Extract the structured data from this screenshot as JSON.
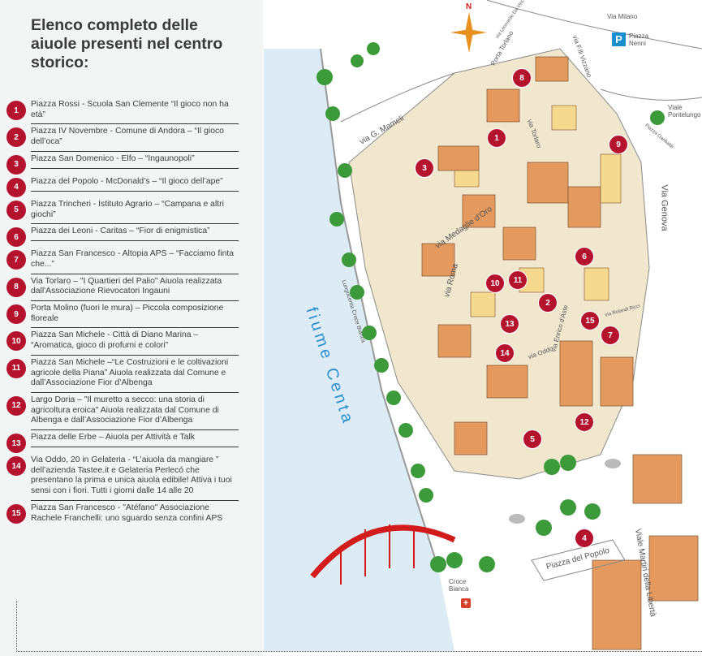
{
  "title": "Elenco completo delle aiuole presenti nel centro storico:",
  "items": [
    {
      "n": "1",
      "text": "Piazza Rossi - Scuola San Clemente “Il gioco non ha età”"
    },
    {
      "n": "2",
      "text": "Piazza IV Novembre - Comune di Andora – “Il gioco dell’oca”"
    },
    {
      "n": "3",
      "text": "Piazza San Domenico - Elfo – “Ingaunopoli”"
    },
    {
      "n": "4",
      "text": "Piazza del Popolo - McDonald’s – “Il gioco dell’ape”"
    },
    {
      "n": "5",
      "text": "Piazza Trincheri  - Istituto Agrario – “Campana e altri giochi”"
    },
    {
      "n": "6",
      "text": "Piazza dei Leoni  - Caritas – “Fior di enigmistica”"
    },
    {
      "n": "7",
      "text": "Piazza San Francesco - Altopia APS – “Facciamo finta che...”"
    },
    {
      "n": "8",
      "text": "Via Torlaro – \"I Quartieri del Palio\" Aiuola realizzata dall'Associazione Rievocatori Ingauni"
    },
    {
      "n": "9",
      "text": "Porta Molino (fuori le mura) – Piccola composizione floreale"
    },
    {
      "n": "10",
      "text": "Piazza San Michele - Città di Diano Marina – “Aromatica, gioco di profumi e colori”"
    },
    {
      "n": "11",
      "text": "Piazza San Michele –“Le Costruzioni e le coltivazioni agricole della Piana”  Aiuola realizzata dal Comune e dall’Associazione Fior d’Albenga"
    },
    {
      "n": "12",
      "text": "Largo Doria – \"Il muretto a secco: una storia di agricoltura eroica\" Aiuola realizzata dal Comune di Albenga e dall’Associazione Fior d’Albenga"
    },
    {
      "n": "13",
      "text": "Piazza delle Erbe – Aiuola per Attività e Talk"
    },
    {
      "n": "14",
      "text": "Via Oddo, 20 in Gelateria - “L’aiuola da mangiare ” dell’azienda Tastee.it e Gelateria Perlecó che presentano la prima e unica aiuola edibile! Attiva i tuoi sensi con i fiori. Tutti i giorni dalle 14 alle 20"
    },
    {
      "n": "15",
      "text": "Piazza San Francesco - \"Atéfano\" Associazione Rachele Franchelli: uno sguardo senza confini APS"
    }
  ],
  "map": {
    "compass": "N",
    "parking": "P",
    "labels": {
      "via_milano": "Via Milano",
      "piazza_nenni": "Piazza Nenni",
      "porta_torlano": "Porta Torlano",
      "via_da_vinci": "via Leonardo Da Vinci",
      "via_vizzano": "via F.lli Vizzano",
      "viale_pontelungo": "Viale Pontelungo",
      "piazza_garibaldi": "Piazza Garibaldi",
      "via_mameli": "via G. Mameli",
      "via_medaglie": "via Medaglie d'Oro",
      "via_genova": "Via Genova",
      "via_roma": "via Roma",
      "via_torlaro": "via Torlaro",
      "fiume": "fiume Centa",
      "piazza_popolo": "Piazza del Popolo",
      "croce_bianca": "Croce Bianca",
      "viale_martiri": "Viale Martiri della Libertà",
      "via_oddo": "via Oddo",
      "via_rolandi": "via Rolandi Ricci",
      "via_daste": "via Enrico d'Aste",
      "lungocenta": "Lungocenta Croce Bianca"
    },
    "markers": [
      "1",
      "2",
      "3",
      "4",
      "5",
      "6",
      "7",
      "8",
      "9",
      "10",
      "11",
      "12",
      "13",
      "14",
      "15"
    ]
  },
  "colors": {
    "marker": "#b5122e",
    "panel": "#f3f4f4",
    "parking": "#1a8fd0"
  }
}
